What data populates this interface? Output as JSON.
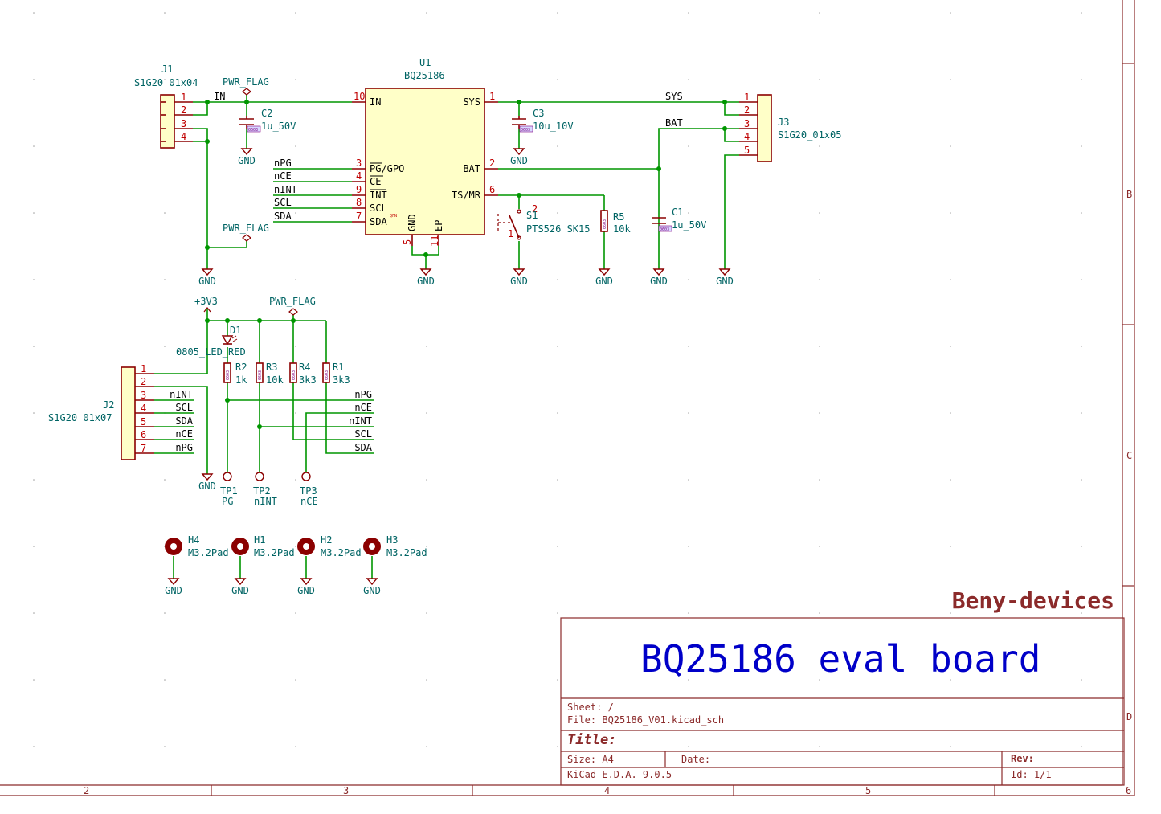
{
  "title_block": {
    "company": "Beny-devices",
    "title_big": "BQ25186 eval board",
    "sheet": "Sheet: /",
    "file": "File: BQ25186_V01.kicad_sch",
    "title_label": "Title:",
    "size": "Size: A4",
    "date": "Date:",
    "rev": "Rev:",
    "tool": "KiCad E.D.A. 9.0.5",
    "id": "Id: 1/1"
  },
  "border": {
    "cols": [
      "2",
      "3",
      "4",
      "5",
      "6"
    ],
    "rows": [
      "B",
      "C",
      "D"
    ]
  },
  "u1": {
    "ref": "U1",
    "value": "BQ25186",
    "pins": {
      "in_num": "10",
      "in": "IN",
      "sys_num": "1",
      "sys": "SYS",
      "bat_num": "2",
      "bat": "BAT",
      "ts_num": "6",
      "ts": "TS/MR",
      "pg_num": "3",
      "pg": "PG/GPO",
      "ce_num": "4",
      "ce": "CE",
      "int_num": "9",
      "int": "INT",
      "scl_num": "8",
      "scl": "SCL",
      "sda_num": "7",
      "sda": "SDA",
      "gnd_num": "5",
      "gnd": "GND",
      "ep_num": "11",
      "ep": "EP"
    },
    "footprint": "QFN"
  },
  "j1": {
    "ref": "J1",
    "value": "S1G20_01x04",
    "pins": [
      "1",
      "2",
      "3",
      "4"
    ]
  },
  "j2": {
    "ref": "J2",
    "value": "S1G20_01x07",
    "pins": [
      "1",
      "2",
      "3",
      "4",
      "5",
      "6",
      "7"
    ]
  },
  "j3": {
    "ref": "J3",
    "value": "S1G20_01x05",
    "pins": [
      "1",
      "2",
      "3",
      "4",
      "5"
    ]
  },
  "caps": {
    "c1": {
      "ref": "C1",
      "value": "1u_50V",
      "fp": "0603"
    },
    "c2": {
      "ref": "C2",
      "value": "1u_50V",
      "fp": "0603"
    },
    "c3": {
      "ref": "C3",
      "value": "10u_10V",
      "fp": "0603"
    }
  },
  "resistors": {
    "r1": {
      "ref": "R1",
      "value": "3k3",
      "fp": "0603"
    },
    "r2": {
      "ref": "R2",
      "value": "1k",
      "fp": "0603"
    },
    "r3": {
      "ref": "R3",
      "value": "10k",
      "fp": "0603"
    },
    "r4": {
      "ref": "R4",
      "value": "3k3",
      "fp": "0603"
    },
    "r5": {
      "ref": "R5",
      "value": "10k",
      "fp": "0603"
    }
  },
  "d1": {
    "ref": "D1",
    "value": "0805_LED_RED"
  },
  "s1": {
    "ref": "S1",
    "value": "PTS526 SK15",
    "pin1": "1",
    "pin2": "2"
  },
  "testpoints": [
    {
      "ref": "TP1",
      "value": "PG"
    },
    {
      "ref": "TP2",
      "value": "nINT"
    },
    {
      "ref": "TP3",
      "value": "nCE"
    }
  ],
  "holes": [
    {
      "ref": "H4",
      "value": "M3.2Pad"
    },
    {
      "ref": "H1",
      "value": "M3.2Pad"
    },
    {
      "ref": "H2",
      "value": "M3.2Pad"
    },
    {
      "ref": "H3",
      "value": "M3.2Pad"
    }
  ],
  "nets": {
    "in": "IN",
    "sys": "SYS",
    "bat": "BAT",
    "npg": "nPG",
    "nce": "nCE",
    "nint": "nINT",
    "scl": "SCL",
    "sda": "SDA"
  },
  "power": {
    "gnd": "GND",
    "pwr_flag": "PWR_FLAG",
    "v33": "+3V3"
  }
}
